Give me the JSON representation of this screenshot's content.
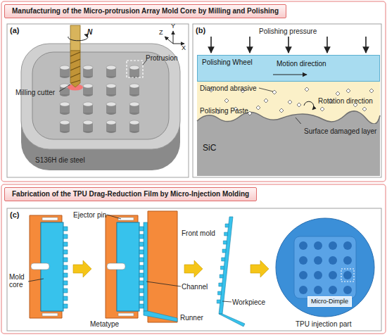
{
  "diagram": {
    "nodes": [
      {
        "text": [
          "Manufacturing of the Micro-protrusion Array Mold Core by Milling and Polishing"
        ]
      },
      {
        "text": [
          "Polishing Wheel",
          "Motion direction"
        ]
      },
      {
        "text": [
          "SiC"
        ]
      },
      {
        "text": [
          "Fabrication of the TPU Drag-Reduction Film by Micro-Injection Molding"
        ]
      },
      {
        "text": [
          "Micro-Dimple"
        ]
      }
    ],
    "labels": [
      "(a)",
      "Y",
      "Z",
      "X",
      "N",
      "Milling cutter",
      "Protrusion",
      "S136H die steel",
      "(b)",
      "Polishing pressure",
      "Diamond abrasive",
      "Polishing Paste",
      "Rotation direction",
      "Surface damaged layer",
      "(c)",
      "Ejector pin",
      "Front mold",
      "Mold core",
      "Channel",
      "Metatype",
      "Runner",
      "Workpiece",
      "TPU injection part"
    ]
  }
}
